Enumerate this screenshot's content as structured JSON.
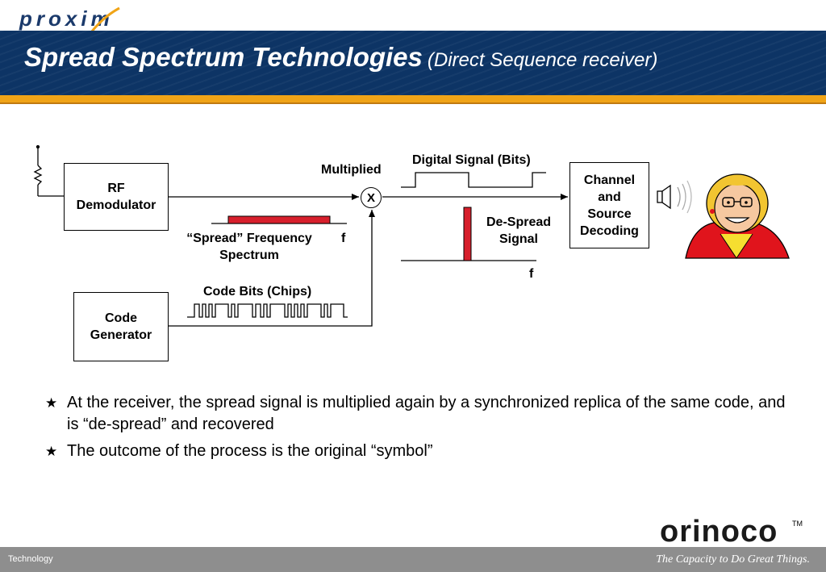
{
  "header": {
    "brand": "proxim",
    "title": "Spread Spectrum Technologies",
    "subtitle": "(Direct Sequence receiver)"
  },
  "diagram": {
    "rf_demodulator": "RF\nDemodulator",
    "code_generator": "Code\nGenerator",
    "channel_decoding": "Channel\nand\nSource\nDecoding",
    "multiplier_symbol": "X",
    "multiplied_label": "Multiplied",
    "digital_signal_label": "Digital Signal (Bits)",
    "spread_spectrum_label": "“Spread” Frequency\nSpectrum",
    "spread_axis_f": "f",
    "despread_label": "De-Spread\nSignal",
    "despread_axis_f": "f",
    "code_bits_label": "Code Bits (Chips)",
    "colors": {
      "spectrum_red": "#d71f2c"
    }
  },
  "bullets": [
    "At the receiver, the spread signal is multiplied again by a synchronized replica of the same code, and is “de-spread” and recovered",
    "The outcome of the process is the original “symbol”"
  ],
  "logo_bottom": {
    "word": "orinoco",
    "tm": "TM"
  },
  "footer": {
    "left": "Technology",
    "right": "The Capacity to Do Great Things."
  }
}
